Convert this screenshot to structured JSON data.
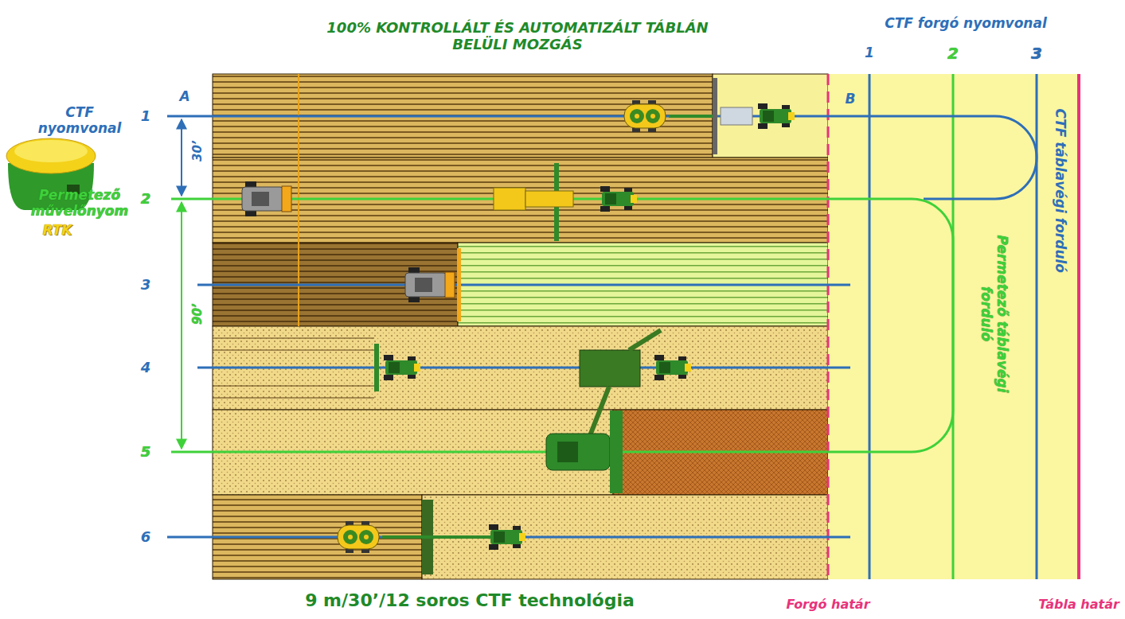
{
  "diagram": {
    "title": "100% KONTROLLÁLT ÉS AUTOMATIZÁLT TÁBLÁN BELÜLI MOZGÁS",
    "caption": "9 m/30’/12 soros CTF technológia",
    "labels": [
      "CTF forgó nyomvonal",
      "1",
      "2",
      "3",
      "A",
      "B",
      "CTF nyomvonal",
      "1",
      "Permetező művelőnyom",
      "2",
      "3",
      "4",
      "5",
      "6",
      "30’",
      "90’",
      "RTK",
      "CTF táblavégi forduló",
      "Permetező táblavégi forduló",
      "Forgó határ",
      "Tábla határ"
    ]
  }
}
